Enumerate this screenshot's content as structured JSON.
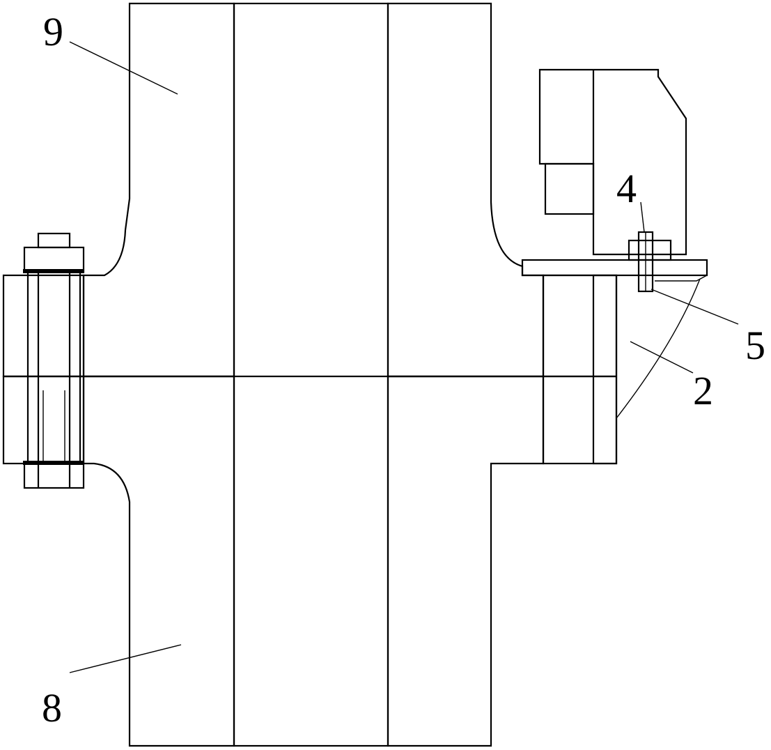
{
  "drawing": {
    "type": "flange pipe connection cross-section",
    "labels": {
      "part_9": "9",
      "part_4": "4",
      "part_5": "5",
      "part_2": "2",
      "part_8": "8"
    },
    "colors": {
      "line": "#000000",
      "background": "#ffffff"
    }
  }
}
